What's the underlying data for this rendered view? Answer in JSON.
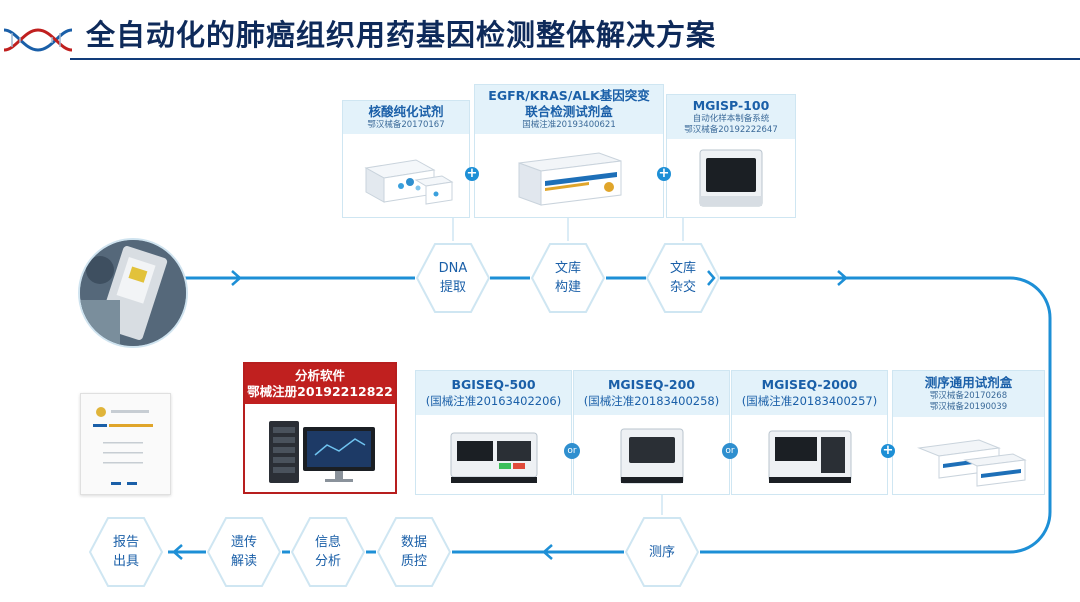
{
  "title": "全自动化的肺癌组织用药基因检测整体解决方案",
  "colors": {
    "primary": "#1a5fa8",
    "line": "#1d8fd6",
    "highlight": "#c0201f",
    "card_head": "#e3f2fa"
  },
  "top_cards": [
    {
      "name": "核酸纯化试剂",
      "sub": "鄂汉械备20170167",
      "icon": "reagent-box-icon"
    },
    {
      "name": "EGFR/KRAS/ALK基因突变",
      "name2": "联合检测试剂盒",
      "sub": "国械注准20193400621",
      "icon": "test-kit-box-icon"
    },
    {
      "name": "MGISP-100",
      "sub1": "自动化样本制备系统",
      "sub": "鄂汉械备20192222647",
      "icon": "sample-prep-instrument-icon"
    }
  ],
  "top_steps": [
    {
      "line1": "DNA",
      "line2": "提取"
    },
    {
      "line1": "文库",
      "line2": "构建"
    },
    {
      "line1": "文库",
      "line2": "杂交"
    }
  ],
  "bottom_cards": [
    {
      "name": "BGISEQ-500",
      "sub": "(国械注准20163402206)",
      "icon": "sequencer-500-icon"
    },
    {
      "name": "MGISEQ-200",
      "sub": "(国械注准20183400258)",
      "icon": "sequencer-200-icon"
    },
    {
      "name": "MGISEQ-2000",
      "sub": "(国械注准20183400257)",
      "icon": "sequencer-2000-icon"
    },
    {
      "name": "测序通用试剂盒",
      "sub1": "鄂汉械备20170268",
      "sub": "鄂汉械备20190039",
      "icon": "sequencing-kit-icon"
    }
  ],
  "software": {
    "line1": "分析软件",
    "line2": "鄂械注册20192212822",
    "icon": "server-workstation-icon"
  },
  "bottom_steps": [
    {
      "line1": "测序",
      "line2": ""
    },
    {
      "line1": "数据",
      "line2": "质控"
    },
    {
      "line1": "信息",
      "line2": "分析"
    },
    {
      "line1": "遗传",
      "line2": "解读"
    },
    {
      "line1": "报告",
      "line2": "出具"
    }
  ],
  "plus_symbol": "+",
  "or_symbol": "or"
}
